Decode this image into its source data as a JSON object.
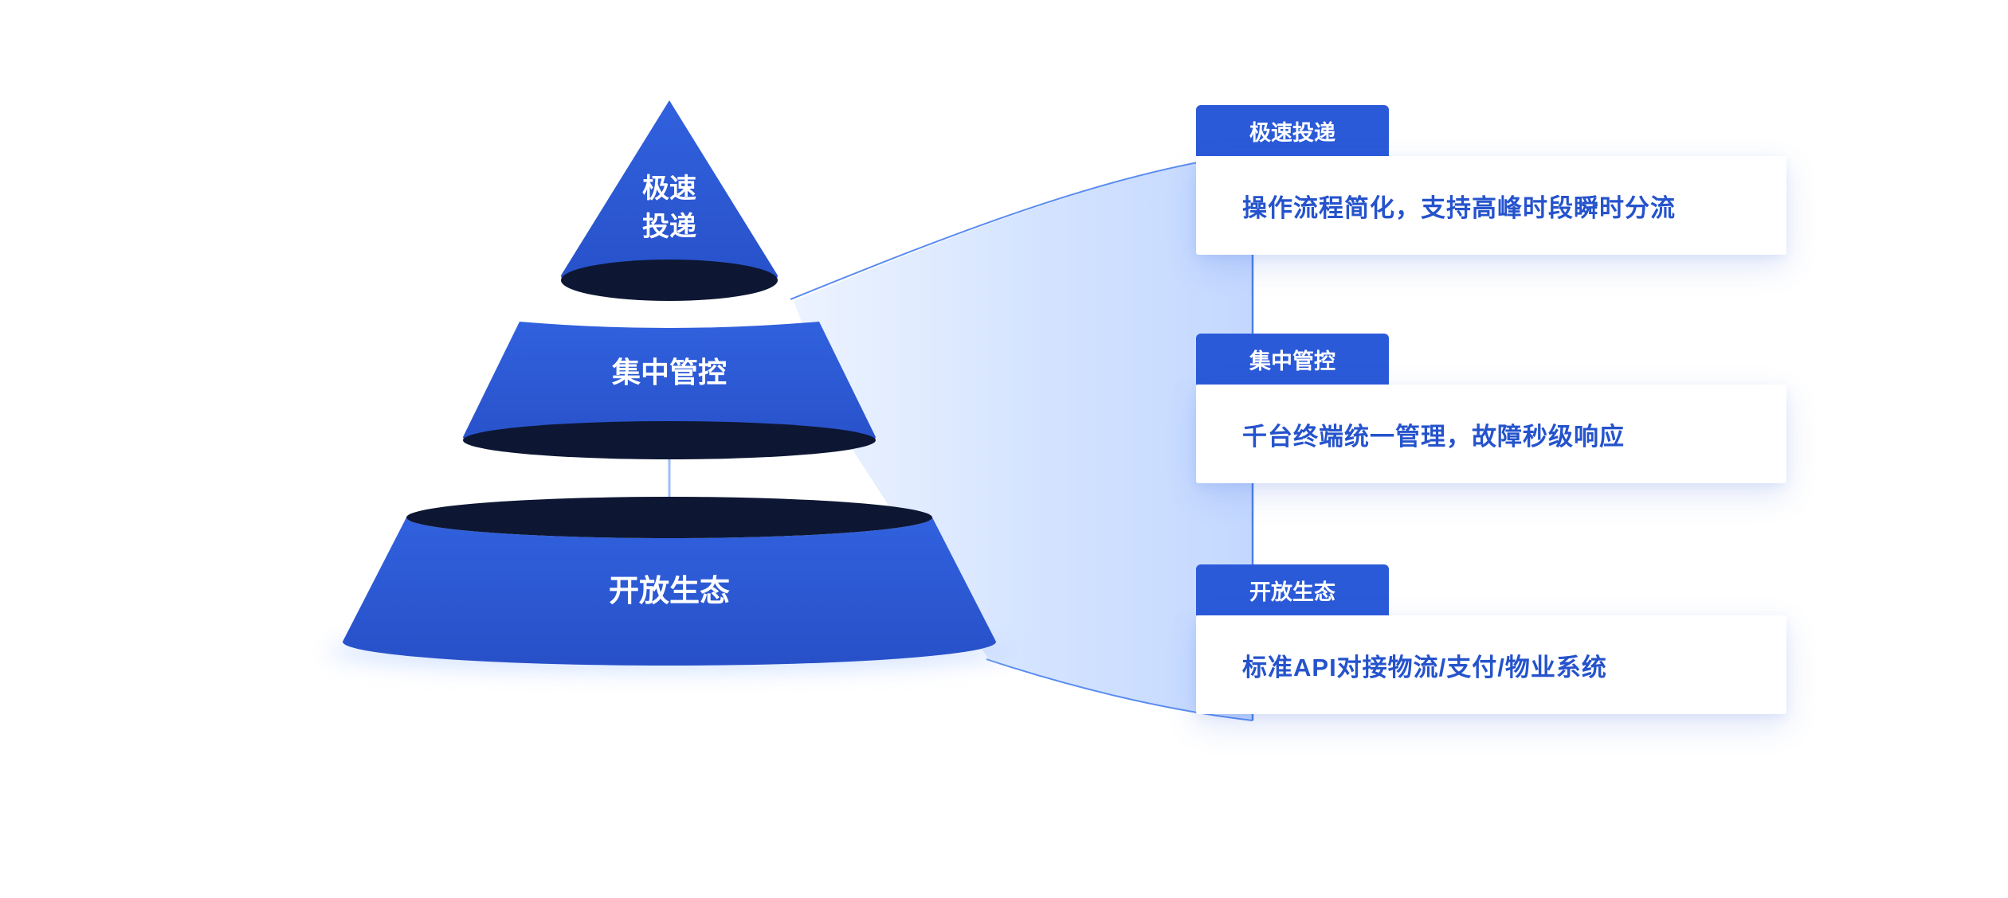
{
  "pyramid": {
    "tiers": [
      {
        "name": "极速投递",
        "label_line1": "极速",
        "label_line2": "投递"
      },
      {
        "name": "集中管控",
        "label": "集中管控"
      },
      {
        "name": "开放生态",
        "label": "开放生态"
      }
    ]
  },
  "cards": [
    {
      "tab": "极速投递",
      "desc": "操作流程简化，支持高峰时段瞬时分流"
    },
    {
      "tab": "集中管控",
      "desc": "千台终端统一管理，故障秒级响应"
    },
    {
      "tab": "开放生态",
      "desc": "标准API对接物流/支付/物业系统"
    }
  ],
  "colors": {
    "primary_blue": "#2b5ad8",
    "dark_navy": "#0d1733",
    "text_blue": "#2553cc",
    "beam_blue": "#a8c6ff",
    "connector_blue": "#6f9cf0",
    "background": "#ffffff"
  }
}
